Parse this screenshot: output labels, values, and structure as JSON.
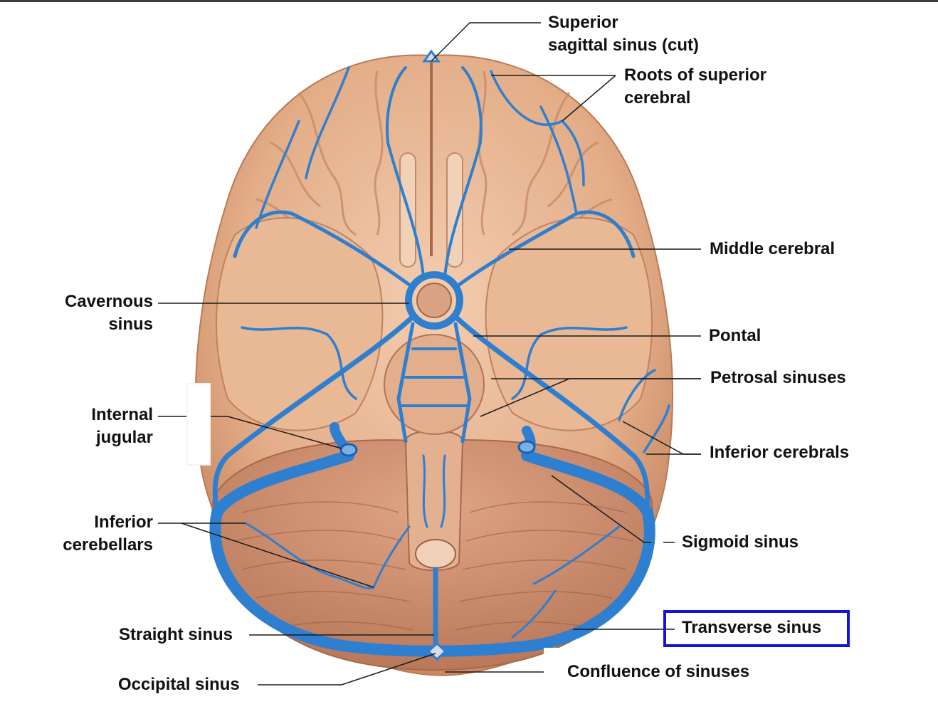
{
  "labels": {
    "superior_sagittal": [
      "Superior",
      "sagittal sinus (cut)"
    ],
    "roots_superior_cerebral": [
      "Roots of superior",
      "cerebral"
    ],
    "middle_cerebral": "Middle cerebral",
    "cavernous_sinus": [
      "Cavernous",
      "sinus"
    ],
    "pontal": "Pontal",
    "petrosal_sinuses": "Petrosal sinuses",
    "internal_jugular": [
      "Internal",
      "jugular"
    ],
    "inferior_cerebrals": "Inferior cerebrals",
    "inferior_cerebellars": [
      "Inferior",
      "cerebellars"
    ],
    "sigmoid_sinus": "Sigmoid sinus",
    "straight_sinus": "Straight sinus",
    "transverse_sinus": "Transverse sinus",
    "occipital_sinus": "Occipital sinus",
    "confluence_of_sinuses": "Confluence of sinuses"
  },
  "highlighted_label": "transverse_sinus",
  "colors": {
    "brain": "#e8b894",
    "brain_shadow": "#c98a64",
    "vein": "#2f7fd0",
    "vein_dark": "#1f5fa8",
    "highlight_border": "#1414d9",
    "label_text": "#111111",
    "leader_line": "#1a1a1a"
  }
}
